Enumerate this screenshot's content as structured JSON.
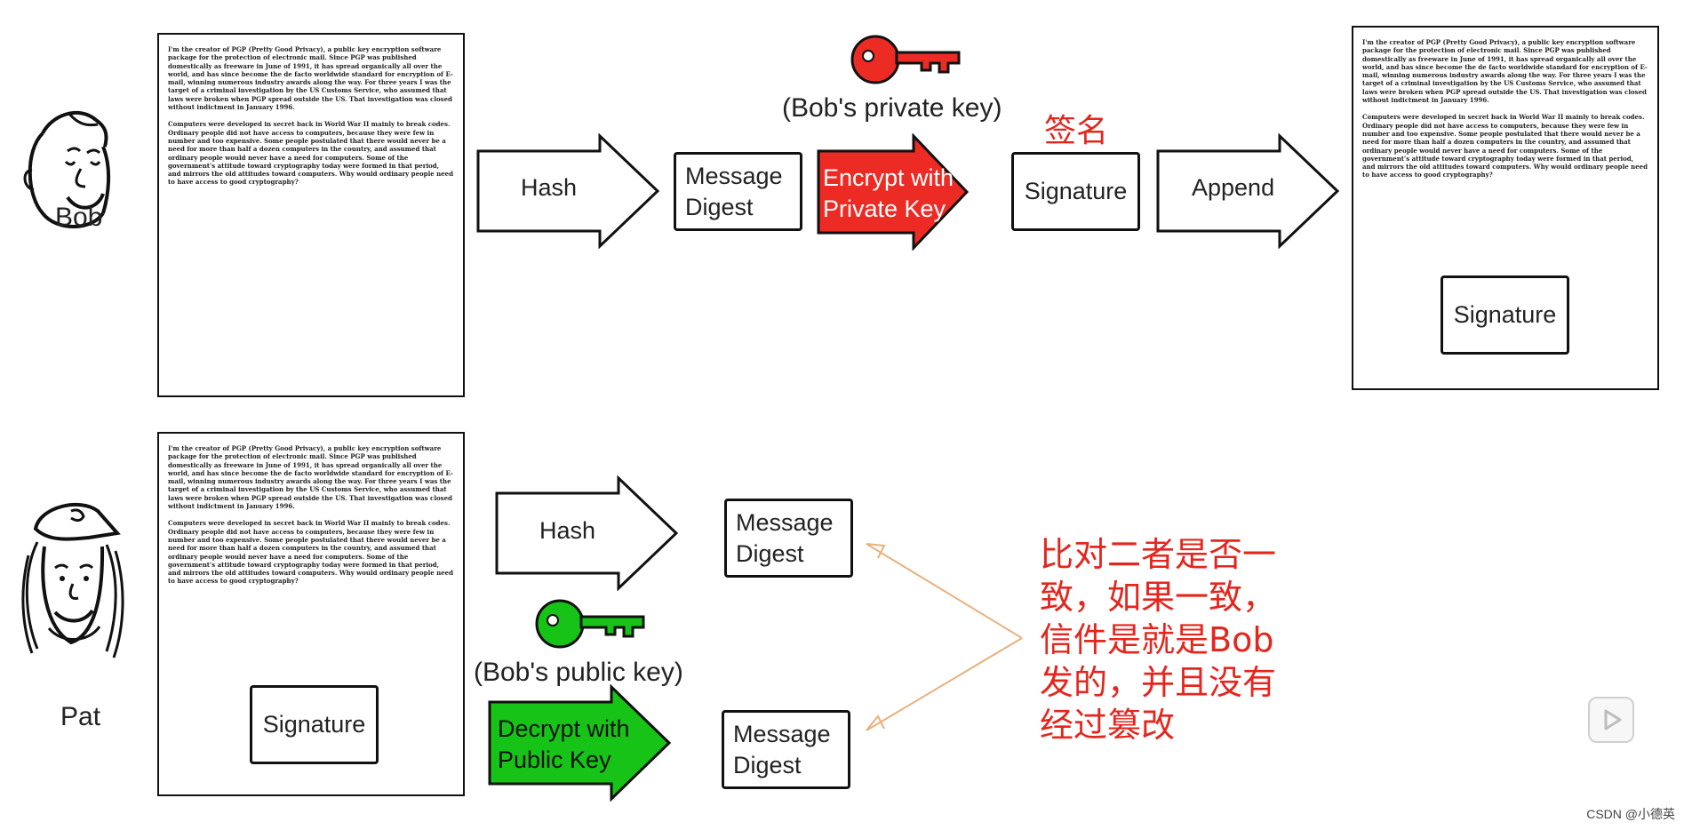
{
  "people": {
    "bob": "Bob",
    "pat": "Pat"
  },
  "document_text": {
    "p1": "I'm the creator of PGP (Pretty Good Privacy), a public key encryption software package for the protection of electronic mail. Since PGP was published domestically as freeware in June of 1991, it has spread organically all over the world, and has since become the de facto worldwide standard for encryption of E-mail, winning numerous industry awards along the way. For three years I was the target of a criminal investigation by the US Customs Service, who assumed that laws were broken when PGP spread outside the US. That investigation was closed without indictment in January 1996.",
    "p2": "Computers were developed in secret back in World War II mainly to break codes. Ordinary people did not have access to computers, because they were few in number and too expensive. Some people postulated that there would never be a need for more than half a dozen computers in the country, and assumed that ordinary people would never have a need for computers. Some of the government's attitude toward cryptography today were formed in that period, and mirrors the old attitudes toward computers. Why would ordinary people need to have access to good cryptography?"
  },
  "top_row": {
    "hash": "Hash",
    "digest_line1": "Message",
    "digest_line2": "Digest",
    "encrypt_line1": "Encrypt with",
    "encrypt_line2": "Private Key",
    "private_key_label": "(Bob's private key)",
    "sign_cjk": "签名",
    "signature": "Signature",
    "append": "Append",
    "attached_signature": "Signature"
  },
  "bottom_row": {
    "hash": "Hash",
    "digest1_line1": "Message",
    "digest1_line2": "Digest",
    "public_key_label": "(Bob's public key)",
    "decrypt_line1": "Decrypt with",
    "decrypt_line2": "Public Key",
    "digest2_line1": "Message",
    "digest2_line2": "Digest",
    "signature": "Signature"
  },
  "annotation": {
    "line1": "比对二者是否一",
    "line2": "致，如果一致，",
    "line3": "信件是就是Bob",
    "line4": "发的，并且没有",
    "line5": "经过篡改"
  },
  "watermark": "CSDN @小德英",
  "colors": {
    "red": "#e4261e",
    "key_red": "#ec2b24",
    "green": "#17c317",
    "annotation_arrow": "#e9b07c"
  }
}
